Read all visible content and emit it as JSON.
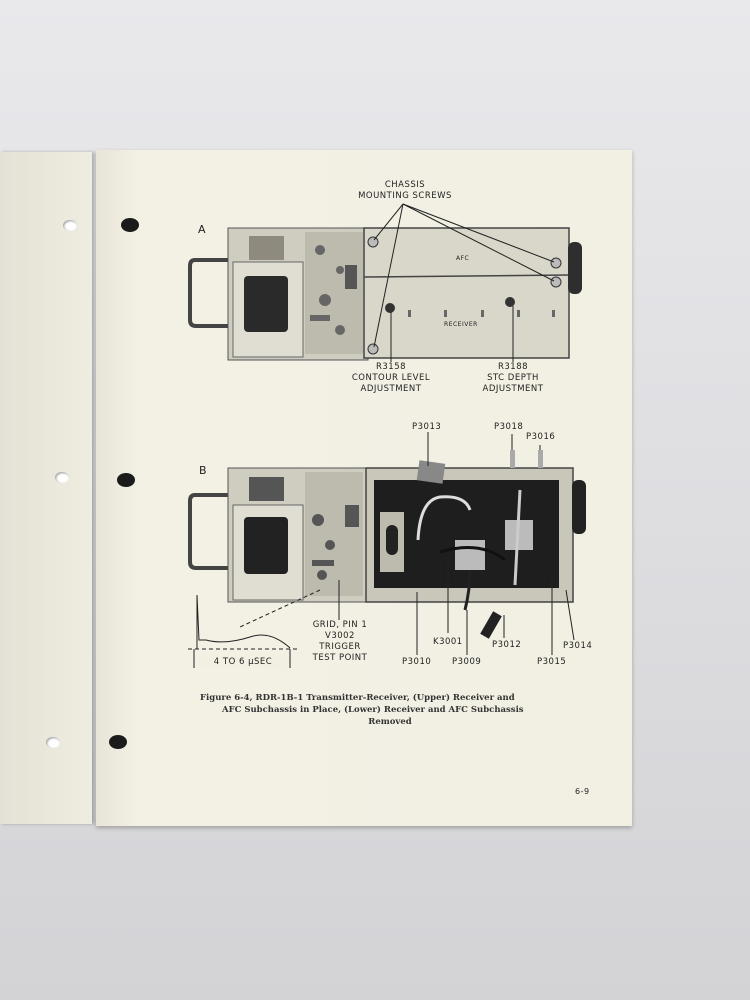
{
  "figure_a": {
    "panel_label": "A",
    "chassis_screws_label": [
      "CHASSIS",
      "MOUNTING SCREWS"
    ],
    "afc_label": "AFC",
    "receiver_label": "RECEIVER",
    "r3158_label": [
      "R3158",
      "CONTOUR LEVEL",
      "ADJUSTMENT"
    ],
    "r3188_label": [
      "R3188",
      "STC DEPTH",
      "ADJUSTMENT"
    ]
  },
  "figure_b": {
    "panel_label": "B",
    "p3013": "P3013",
    "p3018": "P3018",
    "p3016": "P3016",
    "grid_label": [
      "GRID, PIN 1",
      "V3002",
      "TRIGGER",
      "TEST POINT"
    ],
    "pulse_width": "4 TO 6 µSEC",
    "k3001": "K3001",
    "p3012": "P3012",
    "p3014": "P3014",
    "p3010": "P3010",
    "p3009": "P3009",
    "p3015": "P3015"
  },
  "caption": [
    "Figure 6-4,  RDR-1B-1 Transmitter-Receiver, (Upper) Receiver and",
    "AFC Subchassis in Place, (Lower) Receiver and AFC Subchassis",
    "Removed"
  ],
  "page_number": "6-9"
}
